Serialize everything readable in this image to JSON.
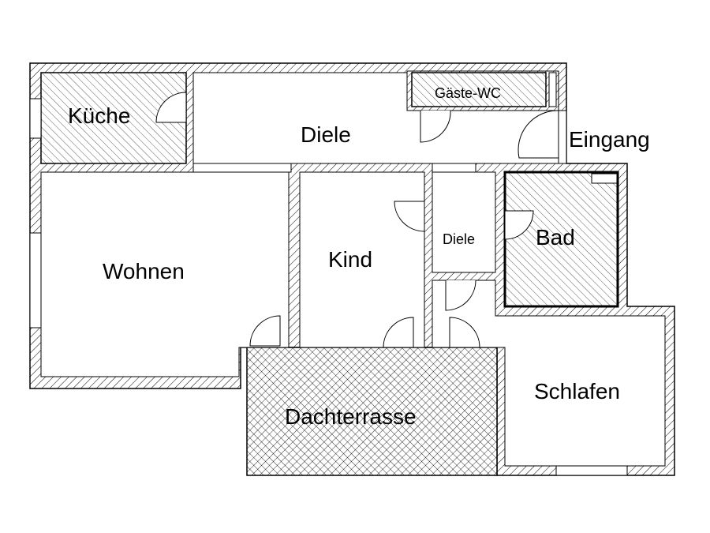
{
  "plan": {
    "rooms": {
      "kueche": "Küche",
      "diele_main": "Diele",
      "gaeste_wc": "Gäste-WC",
      "eingang": "Eingang",
      "wohnen": "Wohnen",
      "kind": "Kind",
      "diele_small": "Diele",
      "bad": "Bad",
      "schlafen": "Schlafen",
      "dachterrasse": "Dachterrasse"
    },
    "colors": {
      "line": "#000000",
      "background": "#ffffff"
    }
  }
}
